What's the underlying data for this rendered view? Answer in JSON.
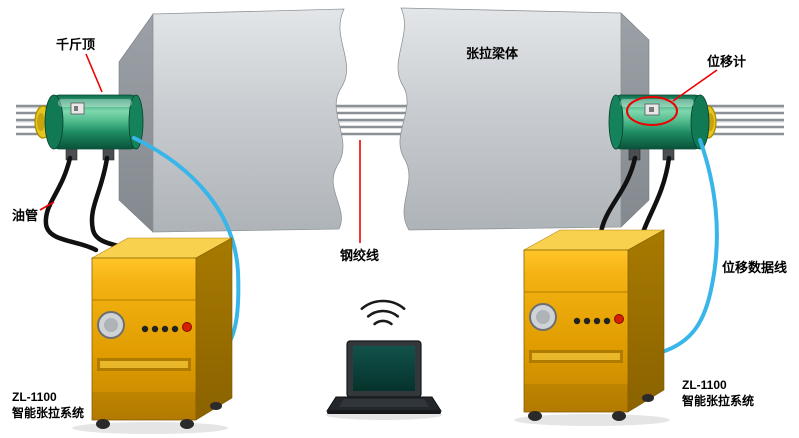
{
  "labels": {
    "jack": "千斤顶",
    "beam": "张拉梁体",
    "displacement_gauge": "位移计",
    "oil_pipe": "油管",
    "strand": "钢绞线",
    "displacement_cable": "位移数据线"
  },
  "systems": {
    "left_model": "ZL-1100",
    "left_name": "智能张拉系统",
    "right_model": "ZL-1100",
    "right_name": "智能张拉系统"
  },
  "colors": {
    "annotation_red": "#ee0000",
    "cable_blue": "#38b6e9",
    "jack_green": "#2aa87a",
    "cabinet_yellow": "#f0a800",
    "concrete_gray": "#c9cdd1",
    "strand_gray": "#8b9196"
  }
}
